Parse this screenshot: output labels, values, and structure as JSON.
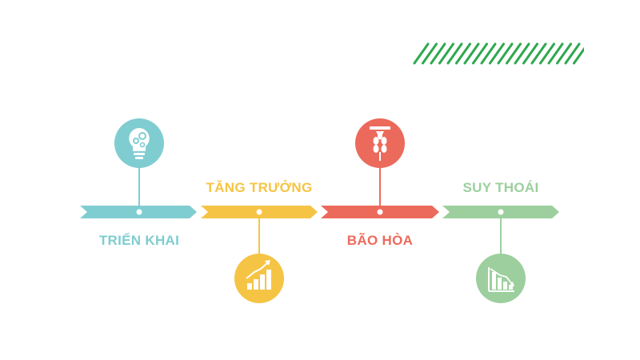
{
  "colors": {
    "teal": "#7fcdd1",
    "yellow": "#f6c445",
    "red": "#ec6a5c",
    "green": "#9ccf9d",
    "hatch": "#2fa84f",
    "background": "#ffffff"
  },
  "stages": [
    {
      "label": "TRIỂN KHAI",
      "color": "#7fcdd1",
      "icon": "lightbulb-gears-icon"
    },
    {
      "label": "TĂNG TRƯỞNG",
      "color": "#f6c445",
      "icon": "growth-chart-icon"
    },
    {
      "label": "BÃO HÒA",
      "color": "#ec6a5c",
      "icon": "wheat-icon"
    },
    {
      "label": "SUY THOÁI",
      "color": "#9ccf9d",
      "icon": "decline-chart-icon"
    }
  ]
}
